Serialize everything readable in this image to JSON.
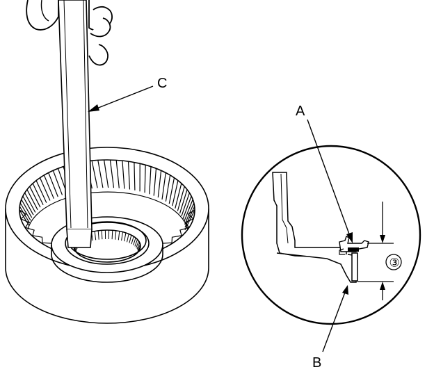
{
  "labels": {
    "tool": "C",
    "seal_point": "A",
    "gear_edge": "B",
    "dimension": "③"
  }
}
